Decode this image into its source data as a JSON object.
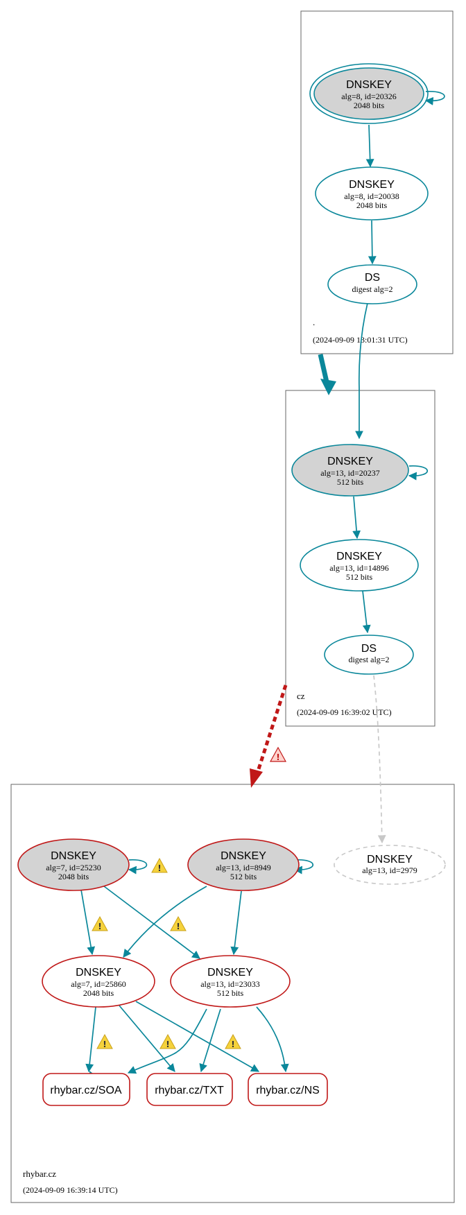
{
  "colors": {
    "secure": "#0a879a",
    "bogus": "#c01818",
    "indeterminate": "#c8c8c8",
    "ksk_fill": "#d3d3d3",
    "zone_border": "#666666",
    "warning": "#f5d23c"
  },
  "zones": {
    "root": {
      "name": ".",
      "timestamp": "(2024-09-09 13:01:31 UTC)"
    },
    "cz": {
      "name": "cz",
      "timestamp": "(2024-09-09 16:39:02 UTC)"
    },
    "rhybar": {
      "name": "rhybar.cz",
      "timestamp": "(2024-09-09 16:39:14 UTC)"
    }
  },
  "nodes": {
    "root_ksk": {
      "type": "DNSKEY",
      "detail": "alg=8, id=20326",
      "size": "2048 bits"
    },
    "root_zsk": {
      "type": "DNSKEY",
      "detail": "alg=8, id=20038",
      "size": "2048 bits"
    },
    "root_ds": {
      "type": "DS",
      "detail": "digest alg=2"
    },
    "cz_ksk": {
      "type": "DNSKEY",
      "detail": "alg=13, id=20237",
      "size": "512 bits"
    },
    "cz_zsk": {
      "type": "DNSKEY",
      "detail": "alg=13, id=14896",
      "size": "512 bits"
    },
    "cz_ds": {
      "type": "DS",
      "detail": "digest alg=2"
    },
    "rh_ksk7": {
      "type": "DNSKEY",
      "detail": "alg=7, id=25230",
      "size": "2048 bits"
    },
    "rh_ksk13": {
      "type": "DNSKEY",
      "detail": "alg=13, id=8949",
      "size": "512 bits"
    },
    "rh_missing": {
      "type": "DNSKEY",
      "detail": "alg=13, id=2979"
    },
    "rh_zsk7": {
      "type": "DNSKEY",
      "detail": "alg=7, id=25860",
      "size": "2048 bits"
    },
    "rh_zsk13": {
      "type": "DNSKEY",
      "detail": "alg=13, id=23033",
      "size": "512 bits"
    },
    "rr_soa": {
      "label": "rhybar.cz/SOA"
    },
    "rr_txt": {
      "label": "rhybar.cz/TXT"
    },
    "rr_ns": {
      "label": "rhybar.cz/NS"
    }
  },
  "warning_glyph": "!"
}
